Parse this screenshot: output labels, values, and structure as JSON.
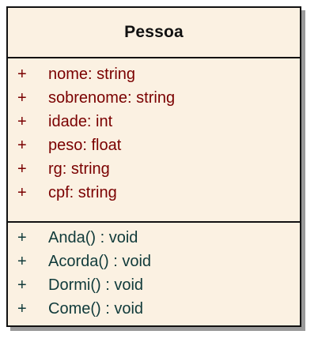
{
  "class": {
    "name": "Pessoa",
    "attributes": [
      {
        "visibility": "+",
        "text": "nome:  string"
      },
      {
        "visibility": "+",
        "text": "sobrenome:  string"
      },
      {
        "visibility": "+",
        "text": "idade:  int"
      },
      {
        "visibility": "+",
        "text": "peso:  float"
      },
      {
        "visibility": "+",
        "text": "rg:  string"
      },
      {
        "visibility": "+",
        "text": "cpf:  string"
      }
    ],
    "methods": [
      {
        "visibility": "+",
        "text": "Anda() : void"
      },
      {
        "visibility": "+",
        "text": "Acorda() : void"
      },
      {
        "visibility": "+",
        "text": "Dormi() : void"
      },
      {
        "visibility": "+",
        "text": "Come() : void"
      }
    ]
  },
  "colors": {
    "background": "#fbf1e2",
    "border": "#111111",
    "attribute_text": "#7a0000",
    "method_text": "#103a3a"
  }
}
